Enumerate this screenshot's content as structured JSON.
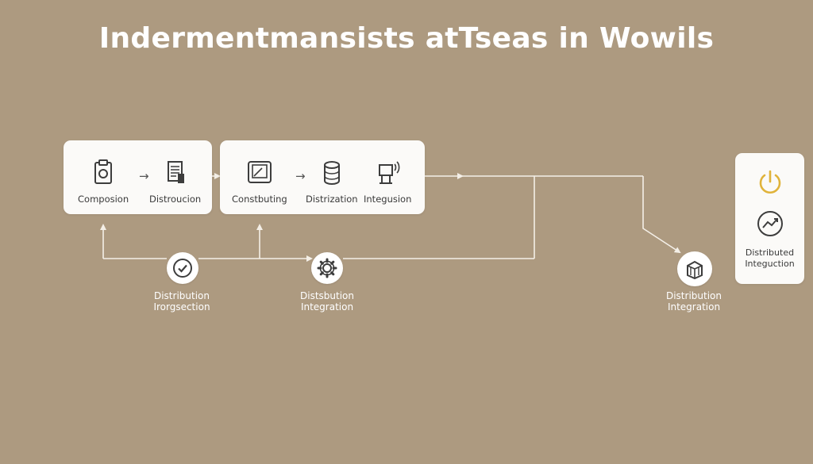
{
  "title": "Indermentmansists atTseas in Wowils",
  "cards": {
    "card_a": [
      {
        "label": "Composion",
        "icon": "clipboard-icon"
      },
      {
        "label": "Distroucion",
        "icon": "document-icon"
      }
    ],
    "card_b": [
      {
        "label": "Constbuting",
        "icon": "tablet-icon"
      },
      {
        "label": "Distrization",
        "icon": "database-icon"
      },
      {
        "label": "Integusion",
        "icon": "antenna-icon"
      }
    ],
    "side_card": {
      "label_line1": "Distributed",
      "label_line2": "Integuction",
      "icons": [
        "power-icon",
        "trend-chart-icon"
      ]
    }
  },
  "nodes": [
    {
      "line1": "Distribution",
      "line2": "Irorgsection",
      "icon": "check-circle-icon"
    },
    {
      "line1": "Distsbution",
      "line2": "Integration",
      "icon": "gear-icon"
    },
    {
      "line1": "Distribution",
      "line2": "Integration",
      "icon": "box-icon"
    }
  ],
  "colors": {
    "background": "#ad9a80",
    "card": "#fbfaf8",
    "connector": "#f4efe7",
    "accent_yellow": "#e0b33a",
    "icon_dark": "#3d3d3d"
  }
}
